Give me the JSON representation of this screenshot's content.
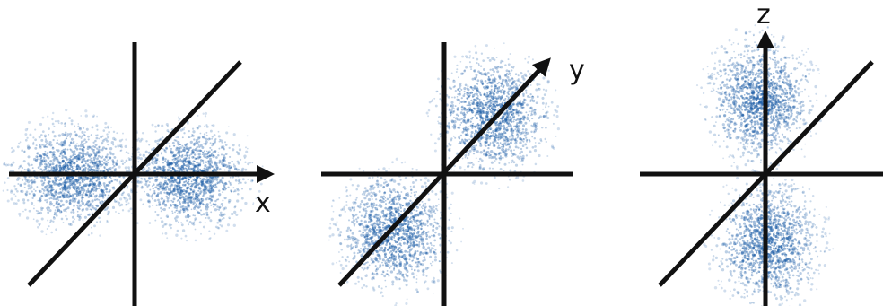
{
  "figure": {
    "colors": {
      "axis": "#111111",
      "density": "#1f5fa8",
      "background": "#ffffff"
    },
    "panels": [
      {
        "id": "px",
        "orbital": "p_x",
        "axis_label": "x",
        "lobe_direction": "x"
      },
      {
        "id": "py",
        "orbital": "p_y",
        "axis_label": "y",
        "lobe_direction": "y"
      },
      {
        "id": "pz",
        "orbital": "p_z",
        "axis_label": "z",
        "lobe_direction": "z"
      }
    ]
  }
}
